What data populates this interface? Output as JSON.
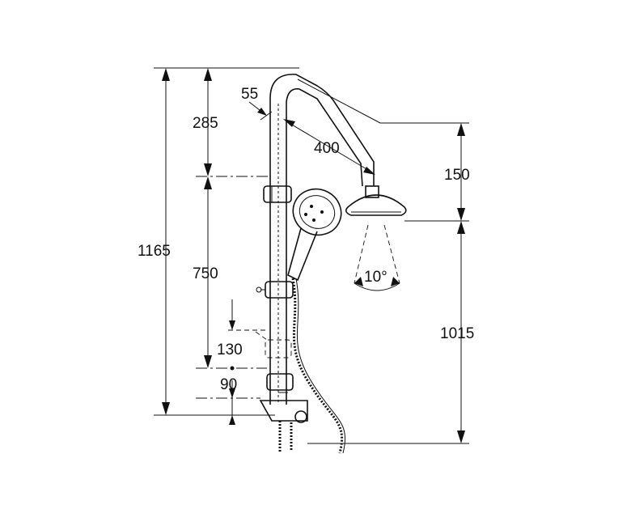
{
  "dimensions": {
    "total_height": "1165",
    "top_section": "285",
    "rail_length": "750",
    "outlet_offset_low": "130",
    "outlet_offset_bottom": "90",
    "tube_diameter": "55",
    "arm_reach": "400",
    "head_drop": "150",
    "head_height": "1015",
    "spray_angle": "10°"
  }
}
